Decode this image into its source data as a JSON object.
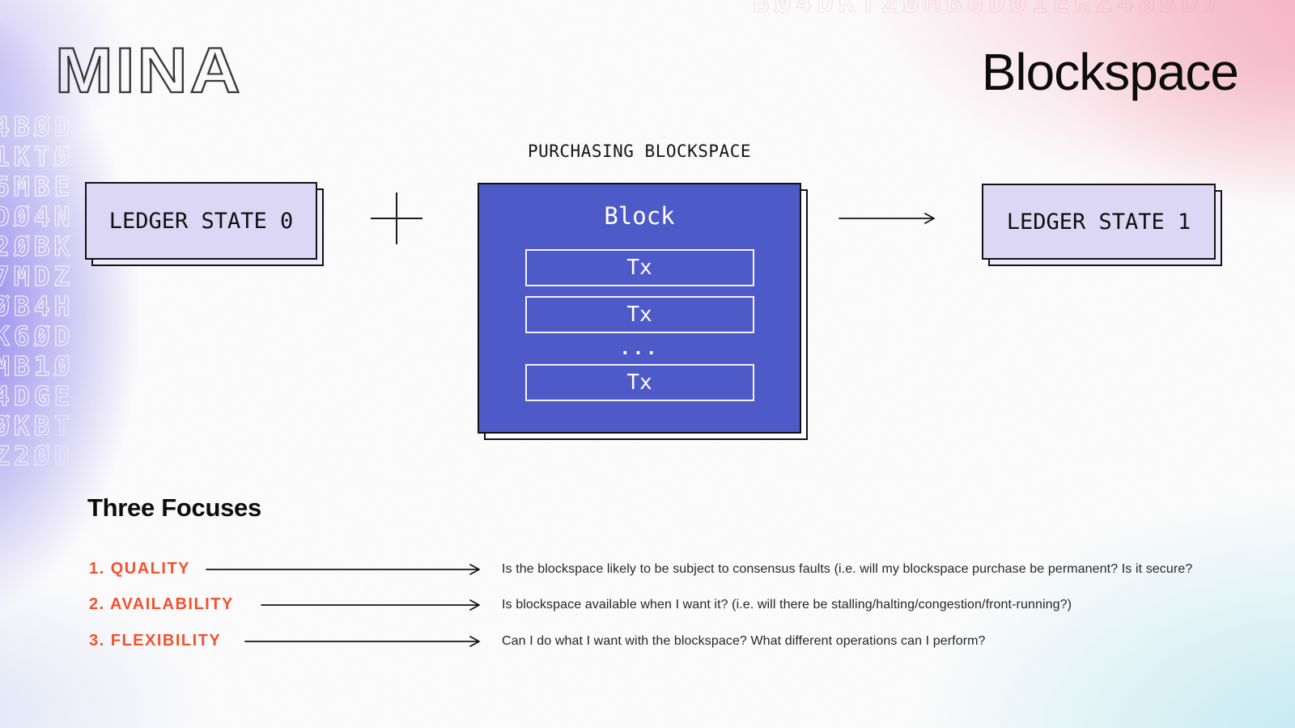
{
  "brand": {
    "logo_text": "MINA"
  },
  "header": {
    "title": "Blockspace"
  },
  "diagram": {
    "caption": "PURCHASING BLOCKSPACE",
    "ledger_state_0": "LEDGER STATE 0",
    "ledger_state_1": "LEDGER STATE 1",
    "block": {
      "title": "Block",
      "tx_items": [
        "Tx",
        "Tx",
        "Tx"
      ],
      "ellipsis": "..."
    }
  },
  "focuses": {
    "heading": "Three Focuses",
    "items": [
      {
        "label": "1. QUALITY",
        "description": "Is the blockspace likely to be subject to consensus faults (i.e. will my blockspace purchase be permanent? Is it secure?"
      },
      {
        "label": "2. AVAILABILITY",
        "description": "Is blockspace available when I want it? (i.e. will there be stalling/halting/congestion/front-running?)"
      },
      {
        "label": "3. FLEXIBILITY",
        "description": "Can I do what I want with the blockspace? What different operations can I perform?"
      }
    ]
  },
  "colors": {
    "accent_orange": "#F4512F",
    "block_blue": "#4E5AC8",
    "ledger_lavender": "#DBD7F4",
    "line_black": "#141414",
    "bg_purple": "#6E5CE8",
    "bg_pink": "#F696B4",
    "bg_cyan": "#96DEEC"
  },
  "background": {
    "side_glyphs": "4BØD1KTØ6MBEDØ4N2ØBK7MDZØB4HK6ØDMB1Ø4DGEØKBTZ2ØD",
    "top_glyphs": "BØ4DKT2ØMB6DØ1EKZ4ØBD7"
  }
}
